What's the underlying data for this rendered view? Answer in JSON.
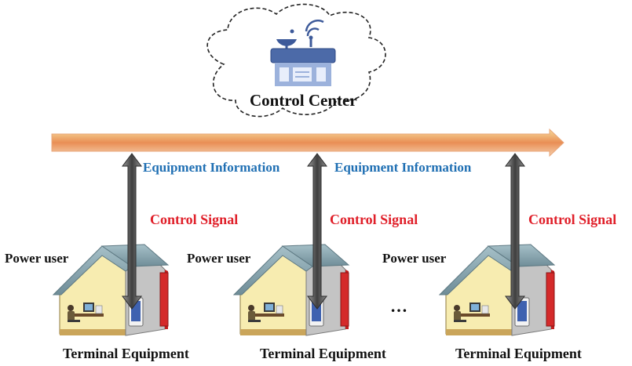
{
  "control_center": {
    "label": "Control Center",
    "icon": "control-center-building-icon"
  },
  "bus": {
    "info_labels": [
      "Equipment Information",
      "Equipment Information"
    ]
  },
  "users": [
    {
      "power_user_label": "Power user",
      "signal_label": "Control Signal",
      "terminal_label": "Terminal Equipment"
    },
    {
      "power_user_label": "Power user",
      "signal_label": "Control Signal",
      "terminal_label": "Terminal Equipment"
    },
    {
      "power_user_label": "Power user",
      "signal_label": "Control Signal",
      "terminal_label": "Terminal Equipment"
    }
  ],
  "ellipsis": "…",
  "colors": {
    "bus_top": "#f6d28a",
    "bus_mid": "#e9965a",
    "bus_bottom": "#f4c7a0",
    "info_text": "#1f6fb3",
    "signal_text": "#e0202a",
    "arrow_gray": "#555555",
    "roof": "#8aa7b1",
    "wall_left": "#f6e9a9",
    "wall_right": "#c9c9c9",
    "chimney": "#d42a2a"
  }
}
